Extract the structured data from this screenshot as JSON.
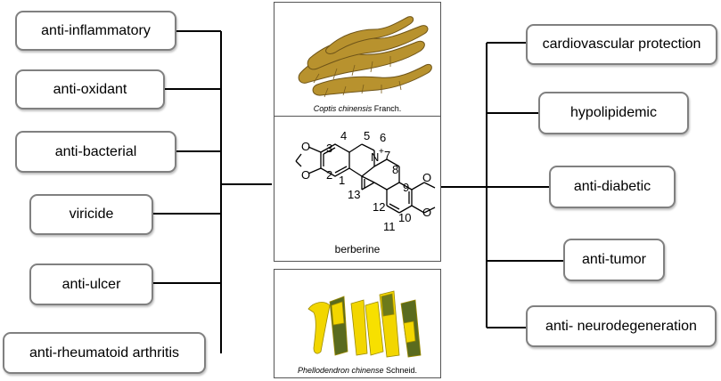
{
  "left_effects": [
    "anti-inflammatory",
    "anti-oxidant",
    "anti-bacterial",
    "viricide",
    "anti-ulcer",
    "anti-rheumatoid arthritis"
  ],
  "right_effects": [
    "cardiovascular protection",
    "hypolipidemic",
    "anti-diabetic",
    "anti-tumor",
    "anti- neurodegeneration"
  ],
  "top_plant": {
    "genus_species": "Coptis chinensis",
    "author": "Franch."
  },
  "bottom_plant": {
    "genus_species": "Phellodendron chinense",
    "author": "Schneid."
  },
  "compound": {
    "name": "berberine",
    "atom_labels": [
      "1",
      "2",
      "3",
      "4",
      "5",
      "6",
      "7",
      "8",
      "9",
      "10",
      "11",
      "12",
      "13"
    ],
    "nitrogen": "N",
    "charge": "+"
  },
  "colors": {
    "box_border": "#808080",
    "connector": "#000000",
    "root_color": "#b8922e",
    "bark_color": "#f2d600"
  }
}
